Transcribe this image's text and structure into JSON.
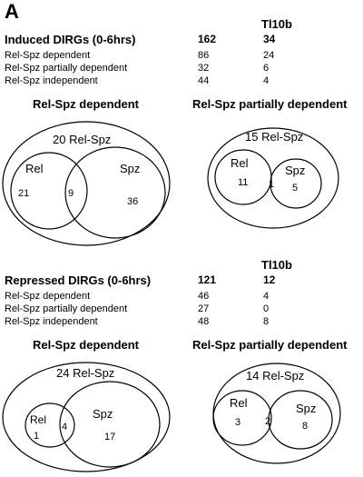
{
  "panel_label": "A",
  "induced": {
    "col_header": "Tl10b",
    "title": "Induced DIRGs (0-6hrs)",
    "total": "162",
    "total_tl": "34",
    "rows": [
      {
        "label": "Rel-Spz dependent",
        "value": "86",
        "tl": "24"
      },
      {
        "label": "Rel-Spz partially dependent",
        "value": "32",
        "tl": "6"
      },
      {
        "label": "Rel-Spz independent",
        "value": "44",
        "tl": "4"
      }
    ],
    "venn_dependent": {
      "title": "Rel-Spz dependent",
      "outer_label": "20 Rel-Spz",
      "left_label": "Rel",
      "right_label": "Spz",
      "left_only": "21",
      "overlap": "9",
      "right_only": "36"
    },
    "venn_partial": {
      "title": "Rel-Spz partially dependent",
      "outer_label": "15 Rel-Spz",
      "left_label": "Rel",
      "right_label": "Spz",
      "left_only": "11",
      "overlap": "1",
      "right_only": "5"
    }
  },
  "repressed": {
    "col_header": "Tl10b",
    "title": "Repressed DIRGs (0-6hrs)",
    "total": "121",
    "total_tl": "12",
    "rows": [
      {
        "label": "Rel-Spz dependent",
        "value": "46",
        "tl": "4"
      },
      {
        "label": "Rel-Spz partially dependent",
        "value": "27",
        "tl": "0"
      },
      {
        "label": "Rel-Spz independent",
        "value": "48",
        "tl": "8"
      }
    ],
    "venn_dependent": {
      "title": "Rel-Spz dependent",
      "outer_label": "24 Rel-Spz",
      "left_label": "Rel",
      "right_label": "Spz",
      "left_only": "1",
      "overlap": "4",
      "right_only": "17"
    },
    "venn_partial": {
      "title": "Rel-Spz partially dependent",
      "outer_label": "14 Rel-Spz",
      "left_label": "Rel",
      "right_label": "Spz",
      "left_only": "3",
      "overlap": "2",
      "right_only": "8"
    }
  }
}
